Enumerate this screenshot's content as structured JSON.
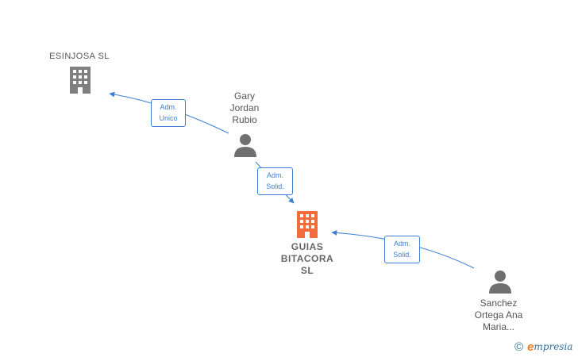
{
  "nodes": {
    "esinjosa": {
      "label": "ESINJOSA  SL",
      "color": "#808080"
    },
    "gary": {
      "label_lines": [
        "Gary",
        "Jordan",
        "Rubio"
      ],
      "color": "#707070"
    },
    "guias": {
      "label_lines": [
        "GUIAS",
        "BITACORA",
        "SL"
      ],
      "color": "#f26b3a"
    },
    "sanchez": {
      "label_lines": [
        "Sanchez",
        "Ortega Ana",
        "Maria..."
      ],
      "color": "#707070"
    }
  },
  "edges": {
    "gary_to_esinjosa": {
      "lines": [
        "Adm.",
        "Unico"
      ]
    },
    "gary_to_guias": {
      "lines": [
        "Adm.",
        "Solid."
      ]
    },
    "sanchez_to_guias": {
      "lines": [
        "Adm.",
        "Solid."
      ]
    }
  },
  "colors": {
    "edge": "#3b80d6"
  },
  "footer": {
    "copyright": "©",
    "brand_initial": "e",
    "brand_rest": "mpresia"
  }
}
